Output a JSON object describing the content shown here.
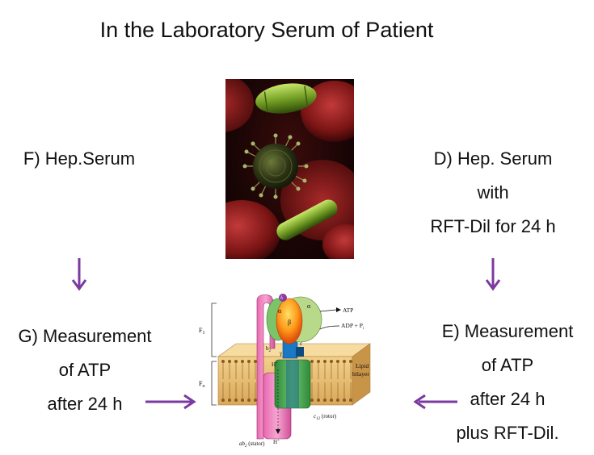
{
  "title": "In the Laboratory Serum of Patient",
  "left_column": {
    "serum_label": "F) Hep.Serum",
    "measurement_lines": [
      "G) Measurement",
      "of  ATP",
      "after 24 h"
    ]
  },
  "right_column": {
    "serum_lines": [
      "D) Hep. Serum",
      "with",
      "RFT-Dil for 24 h"
    ],
    "measurement_lines": [
      "E) Measurement",
      "of ATP",
      "after 24 h",
      "plus RFT-Dil."
    ]
  },
  "atp_synthase_figure": {
    "labels": {
      "f1": "F",
      "f1_sub": "1",
      "fo": "F",
      "fo_sub": "o",
      "atp": "ATP",
      "adp": "ADP + P",
      "adp_sub": "i",
      "lipid": "Lipid",
      "bilayer": "bilayer",
      "alpha_left": "α",
      "alpha_right": "α",
      "beta": "β",
      "b2": "b",
      "b2_sub": "2",
      "gamma": "γ",
      "epsilon": "ε",
      "delta": "δ",
      "h_top": "H",
      "h_bottom": "H",
      "c12": "c",
      "c12_sub": "12",
      "c12_suffix": " (rotor)",
      "ab2": "ab",
      "ab2_sub": "2",
      "ab2_suffix": " (stator)"
    }
  },
  "colors": {
    "arrow": "#7b3aa0",
    "text": "#111111"
  }
}
